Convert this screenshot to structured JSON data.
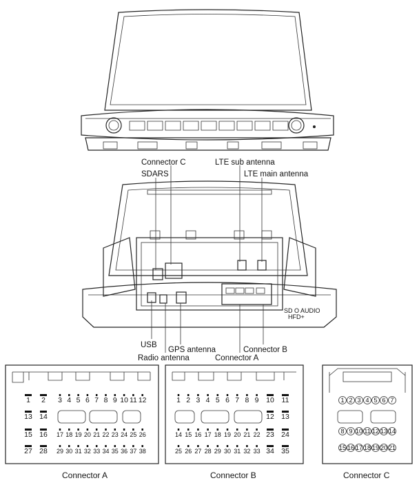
{
  "callouts": {
    "connector_c_top": "Connector C",
    "lte_sub": "LTE sub antenna",
    "sdars": "SDARS",
    "lte_main": "LTE main antenna",
    "usb": "USB",
    "gps": "GPS antenna",
    "connector_b_bottom": "Connector B",
    "radio": "Radio antenna",
    "connector_a_bottom": "Connector A"
  },
  "unit_label": {
    "line1": "SD O AUDIO",
    "line2": "HFD+"
  },
  "connector_a": {
    "caption": "Connector A",
    "left_col": [
      [
        "1",
        "2"
      ],
      [
        "13",
        "14"
      ],
      [
        "15",
        "16"
      ],
      [
        "27",
        "28"
      ]
    ],
    "row1": [
      "3",
      "4",
      "5",
      "6",
      "7",
      "8",
      "9",
      "10",
      "11",
      "12"
    ],
    "row3": [
      "17",
      "18",
      "19",
      "20",
      "21",
      "22",
      "23",
      "24",
      "25",
      "26"
    ],
    "row4": [
      "29",
      "30",
      "31",
      "32",
      "33",
      "34",
      "35",
      "36",
      "37",
      "38"
    ]
  },
  "connector_b": {
    "caption": "Connector B",
    "row1": [
      "1",
      "2",
      "3",
      "4",
      "5",
      "6",
      "7",
      "8",
      "9"
    ],
    "row3": [
      "14",
      "15",
      "16",
      "17",
      "18",
      "19",
      "20",
      "21",
      "22"
    ],
    "row4": [
      "25",
      "26",
      "27",
      "28",
      "29",
      "30",
      "31",
      "32",
      "33"
    ],
    "right_col": [
      [
        "10",
        "11"
      ],
      [
        "12",
        "13"
      ],
      [
        "23",
        "24"
      ],
      [
        "34",
        "35"
      ]
    ]
  },
  "connector_c": {
    "caption": "Connector C",
    "row1": [
      "1",
      "2",
      "3",
      "4",
      "5",
      "6",
      "7"
    ],
    "row2": [
      "8",
      "9",
      "10",
      "11",
      "12",
      "13",
      "14"
    ],
    "row3": [
      "15",
      "16",
      "17",
      "18",
      "19",
      "20",
      "21"
    ]
  }
}
